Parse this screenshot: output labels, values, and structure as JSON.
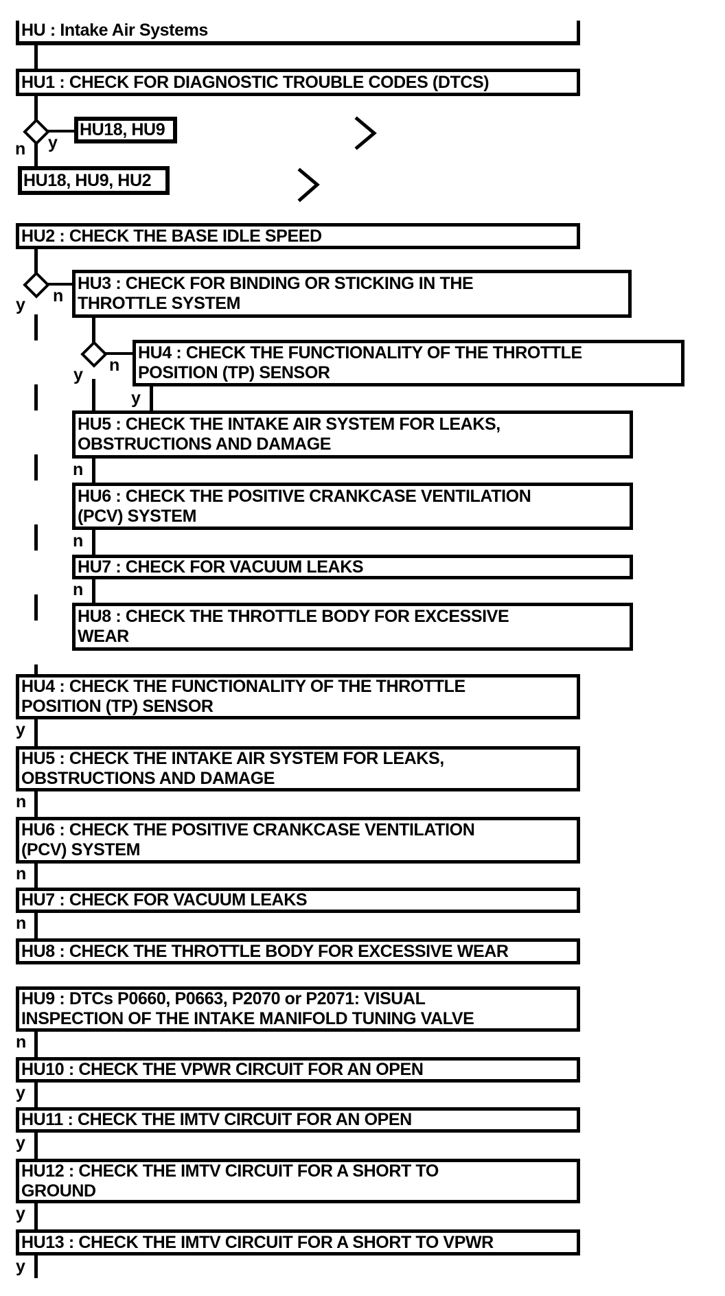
{
  "diagram": {
    "title": "HU : Intake Air Systems",
    "labels": {
      "yes": "y",
      "no": "n"
    },
    "nodes": {
      "hu1": {
        "lines": [
          "HU1 : CHECK FOR DIAGNOSTIC TROUBLE CODES (DTCS)"
        ]
      },
      "ref_yes": {
        "lines": [
          "HU18, HU9"
        ]
      },
      "ref_no": {
        "lines": [
          "HU18, HU9, HU2"
        ]
      },
      "hu2": {
        "lines": [
          "HU2 : CHECK THE BASE IDLE SPEED"
        ]
      },
      "hu3": {
        "lines": [
          "HU3 : CHECK FOR BINDING OR STICKING IN THE",
          "THROTTLE SYSTEM"
        ]
      },
      "hu4a": {
        "lines": [
          "HU4 : CHECK THE FUNCTIONALITY OF THE THROTTLE",
          "POSITION (TP) SENSOR"
        ]
      },
      "hu5a": {
        "lines": [
          "HU5 : CHECK THE INTAKE AIR SYSTEM FOR LEAKS,",
          "OBSTRUCTIONS AND DAMAGE"
        ]
      },
      "hu6a": {
        "lines": [
          "HU6 : CHECK THE POSITIVE CRANKCASE VENTILATION",
          "(PCV) SYSTEM"
        ]
      },
      "hu7a": {
        "lines": [
          "HU7 : CHECK FOR VACUUM LEAKS"
        ]
      },
      "hu8a": {
        "lines": [
          "HU8 : CHECK THE THROTTLE BODY FOR EXCESSIVE",
          "WEAR"
        ]
      },
      "hu4b": {
        "lines": [
          "HU4 : CHECK THE FUNCTIONALITY OF THE THROTTLE",
          "POSITION (TP) SENSOR"
        ]
      },
      "hu5b": {
        "lines": [
          "HU5 : CHECK THE INTAKE AIR SYSTEM FOR LEAKS,",
          "OBSTRUCTIONS AND DAMAGE"
        ]
      },
      "hu6b": {
        "lines": [
          "HU6 : CHECK THE POSITIVE CRANKCASE VENTILATION",
          "(PCV) SYSTEM"
        ]
      },
      "hu7b": {
        "lines": [
          "HU7 : CHECK FOR VACUUM LEAKS"
        ]
      },
      "hu8b": {
        "lines": [
          "HU8 : CHECK THE THROTTLE BODY FOR EXCESSIVE WEAR"
        ]
      },
      "hu9": {
        "lines": [
          "HU9 : DTCs P0660, P0663, P2070 or P2071: VISUAL",
          "INSPECTION OF THE INTAKE MANIFOLD TUNING VALVE"
        ]
      },
      "hu10": {
        "lines": [
          "HU10 : CHECK THE VPWR CIRCUIT FOR AN OPEN"
        ]
      },
      "hu11": {
        "lines": [
          "HU11 : CHECK THE IMTV CIRCUIT FOR AN OPEN"
        ]
      },
      "hu12": {
        "lines": [
          "HU12 : CHECK THE IMTV CIRCUIT FOR A SHORT TO",
          "GROUND"
        ]
      },
      "hu13": {
        "lines": [
          "HU13 : CHECK THE IMTV CIRCUIT FOR A SHORT TO VPWR"
        ]
      }
    }
  }
}
